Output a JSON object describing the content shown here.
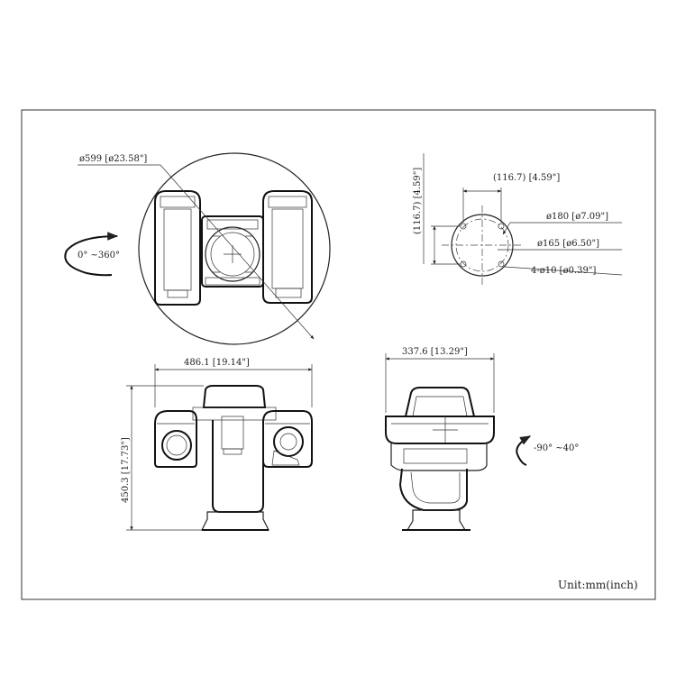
{
  "unit_note": "Unit:mm(inch)",
  "top_view": {
    "diameter_label": "ø599 [ø23.58\"]",
    "rotation_label": "0° ~360°"
  },
  "mount_view": {
    "width_label": "(116.7) [4.59\"]",
    "height_label": "(116.7) [4.59\"]",
    "outer_circle_label": "ø180 [ø7.09\"]",
    "bolt_circle_label": "ø165 [ø6.50\"]",
    "holes_label": "4-ø10 [ø0.39\"]"
  },
  "front_view": {
    "width_label": "486.1 [19.14\"]",
    "height_label": "450.3 [17.73\"]"
  },
  "side_view": {
    "width_label": "337.6 [13.29\"]",
    "tilt_label": "-90° ~40°"
  }
}
